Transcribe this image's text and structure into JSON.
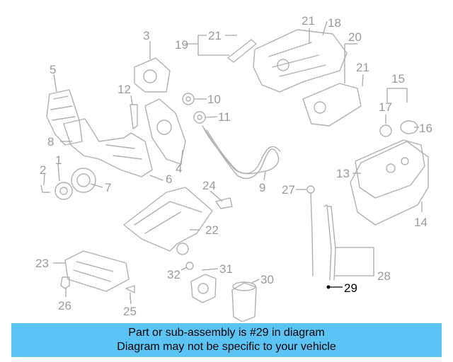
{
  "diagram": {
    "labels": [
      "1",
      "2",
      "3",
      "4",
      "5",
      "6",
      "7",
      "8",
      "9",
      "10",
      "11",
      "12",
      "13",
      "14",
      "15",
      "16",
      "17",
      "18",
      "19",
      "20",
      "21",
      "21",
      "21",
      "22",
      "23",
      "24",
      "25",
      "26",
      "27",
      "28",
      "29",
      "30",
      "31",
      "32"
    ],
    "highlighted": "29",
    "highlight_color": "#000000",
    "label_color": "#9a9a9a"
  },
  "banner": {
    "line1": "Part or sub-assembly is #29 in diagram",
    "line2": "Diagram may not be specific to your vehicle",
    "background": "#5bc4f5"
  }
}
